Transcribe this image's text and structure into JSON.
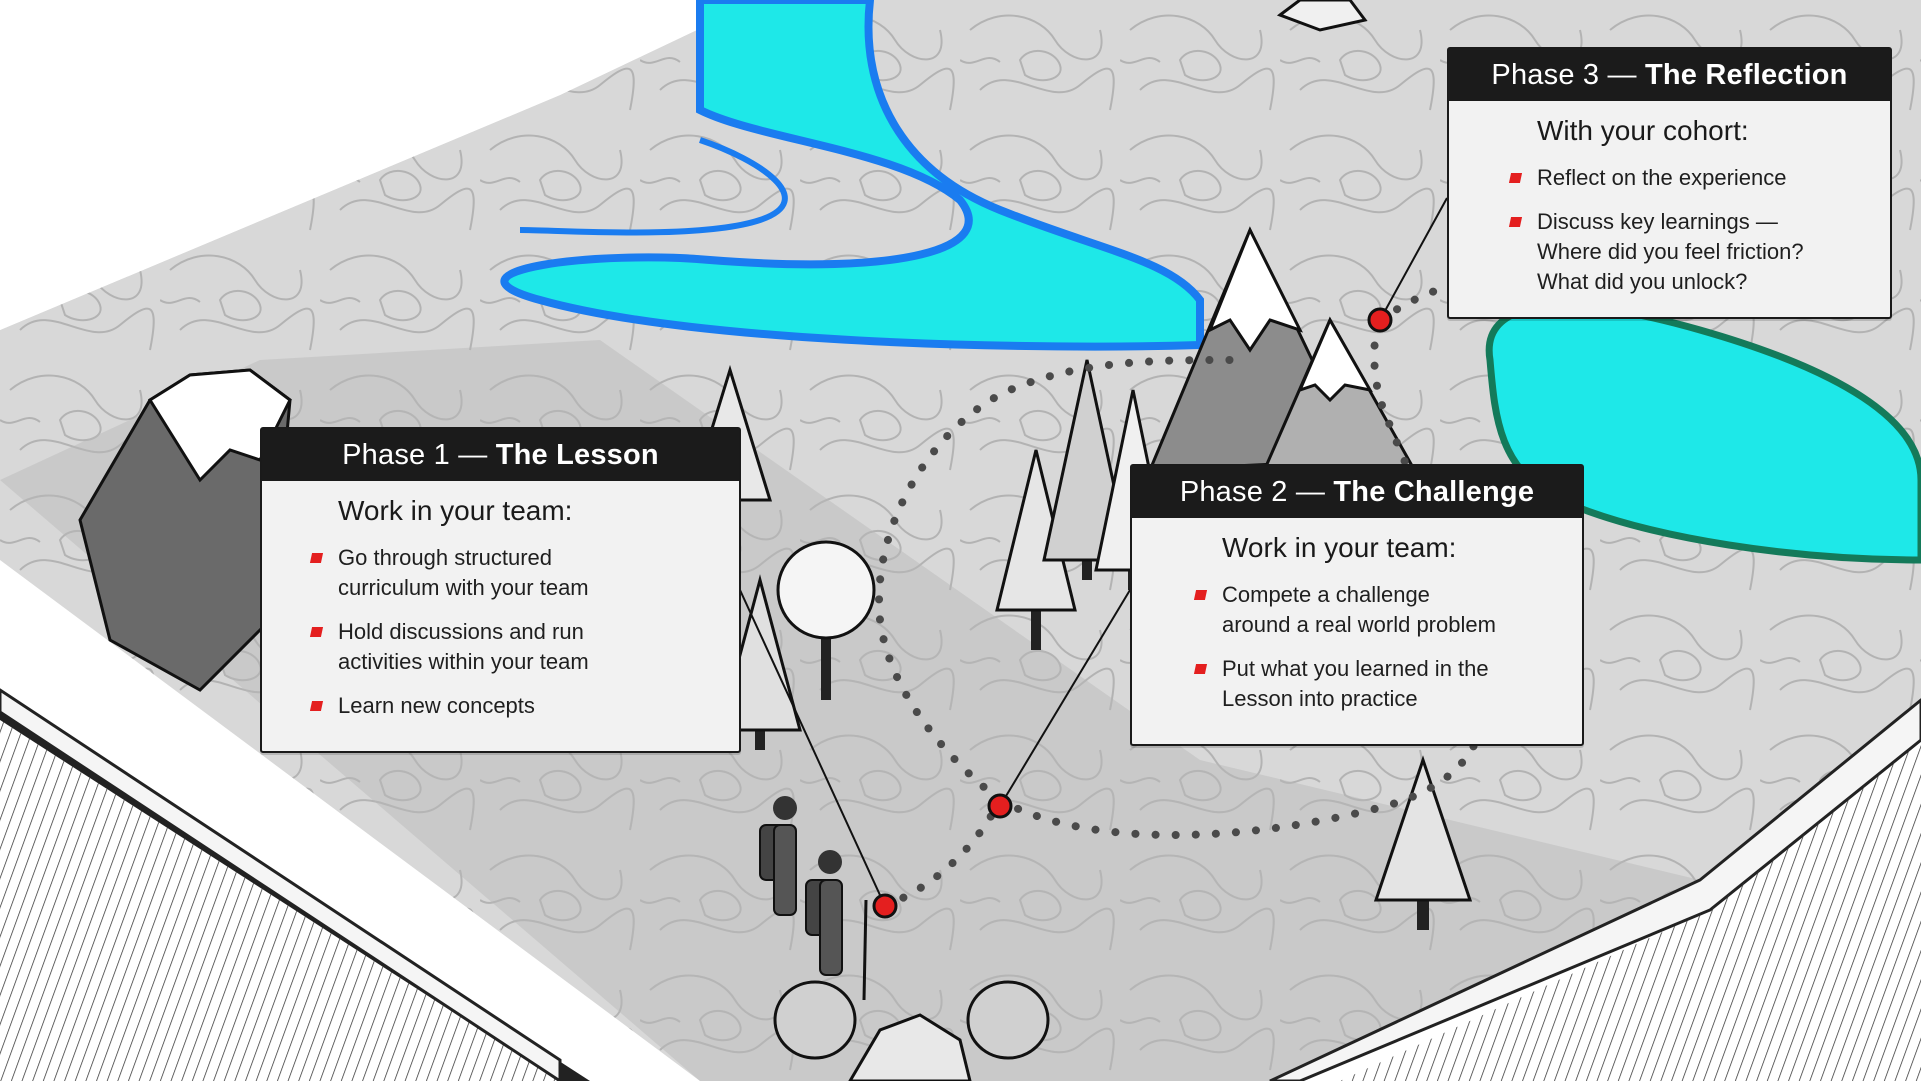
{
  "colors": {
    "accent_red": "#e41f1f",
    "water": "#1ee8e8",
    "water_edge": "#1a7cf0",
    "ground": "#cfcfcf",
    "card_header": "#1b1b1b"
  },
  "phases": [
    {
      "phase_label": "Phase 1 —",
      "title": "The Lesson",
      "intro": "Work in your team:",
      "bullets": [
        "Go through structured\ncurriculum with your team",
        "Hold discussions and run\nactivities within your team",
        "Learn new concepts"
      ]
    },
    {
      "phase_label": "Phase 2 —",
      "title": "The Challenge",
      "intro": "Work in your team:",
      "bullets": [
        "Compete a challenge\naround a real world problem",
        "Put what you learned in the\nLesson into practice"
      ]
    },
    {
      "phase_label": "Phase 3 —",
      "title": "The Reflection",
      "intro": "With your cohort:",
      "bullets": [
        "Reflect on the experience",
        "Discuss key learnings —\nWhere did you feel friction?\nWhat did you unlock?"
      ]
    }
  ]
}
